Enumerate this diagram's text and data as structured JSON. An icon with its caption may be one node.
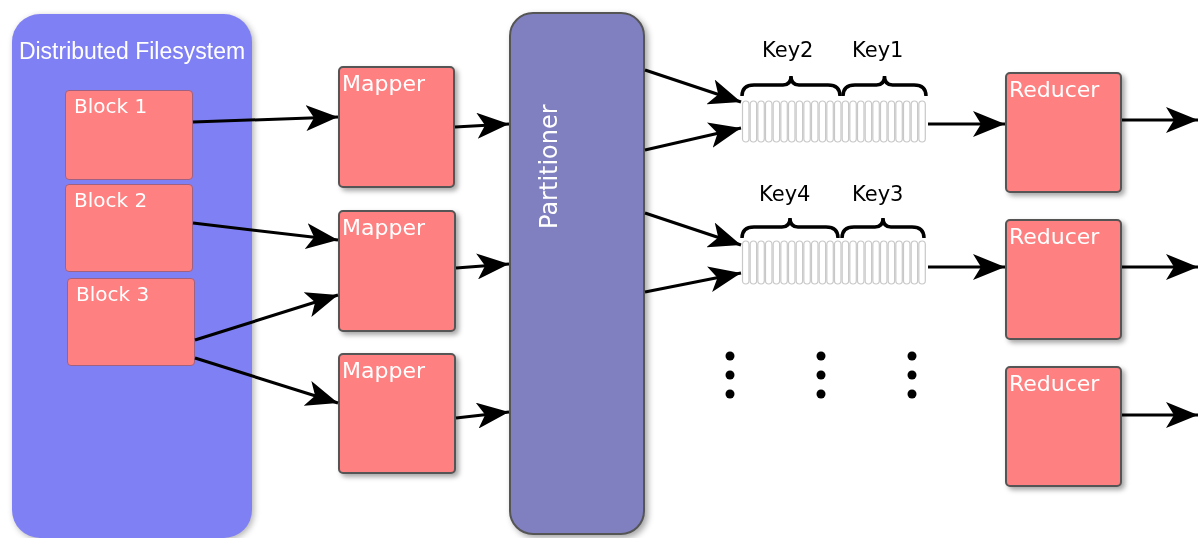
{
  "diagram": {
    "nodes": [
      {
        "text": [
          "Distributed Filesystem"
        ]
      },
      {
        "text": [
          "Block 1"
        ],
        "in": 0
      },
      {
        "text": [
          "Block 2"
        ],
        "in": 0
      },
      {
        "text": [
          "Block 3"
        ],
        "in": 0
      },
      {
        "text": [
          "Mapper"
        ]
      },
      {
        "text": [
          "Mapper"
        ]
      },
      {
        "text": [
          "Mapper"
        ]
      },
      {
        "text": [
          "Partitioner"
        ]
      },
      {
        "text": [],
        "shape": "bar"
      },
      {
        "text": [],
        "shape": "bar"
      },
      {
        "text": [
          "Reducer"
        ]
      },
      {
        "text": [
          "Reducer"
        ]
      },
      {
        "text": [
          "Reducer"
        ]
      }
    ],
    "edges": [
      {
        "from": 1,
        "to": 4,
        "arrow": "to"
      },
      {
        "from": 2,
        "to": 5,
        "arrow": "to"
      },
      {
        "from": 3,
        "to": 5,
        "arrow": "to"
      },
      {
        "from": 3,
        "to": 6,
        "arrow": "to"
      },
      {
        "from": 4,
        "to": 7,
        "arrow": "to"
      },
      {
        "from": 5,
        "to": 7,
        "arrow": "to"
      },
      {
        "from": 6,
        "to": 7,
        "arrow": "to"
      },
      {
        "from": 7,
        "to": 8,
        "arrow": "to"
      },
      {
        "from": 7,
        "to": 8,
        "arrow": "to"
      },
      {
        "from": 7,
        "to": 9,
        "arrow": "to"
      },
      {
        "from": 7,
        "to": 9,
        "arrow": "to"
      },
      {
        "from": 8,
        "to": 10,
        "arrow": "to"
      },
      {
        "from": 9,
        "to": 11,
        "arrow": "to"
      },
      {
        "from": 10,
        "to": null,
        "arrow": "to"
      },
      {
        "from": 11,
        "to": null,
        "arrow": "to"
      },
      {
        "from": 12,
        "to": null,
        "arrow": "to"
      }
    ],
    "labels": [
      "Key2",
      "Key1",
      "Key4",
      "Key3"
    ]
  }
}
